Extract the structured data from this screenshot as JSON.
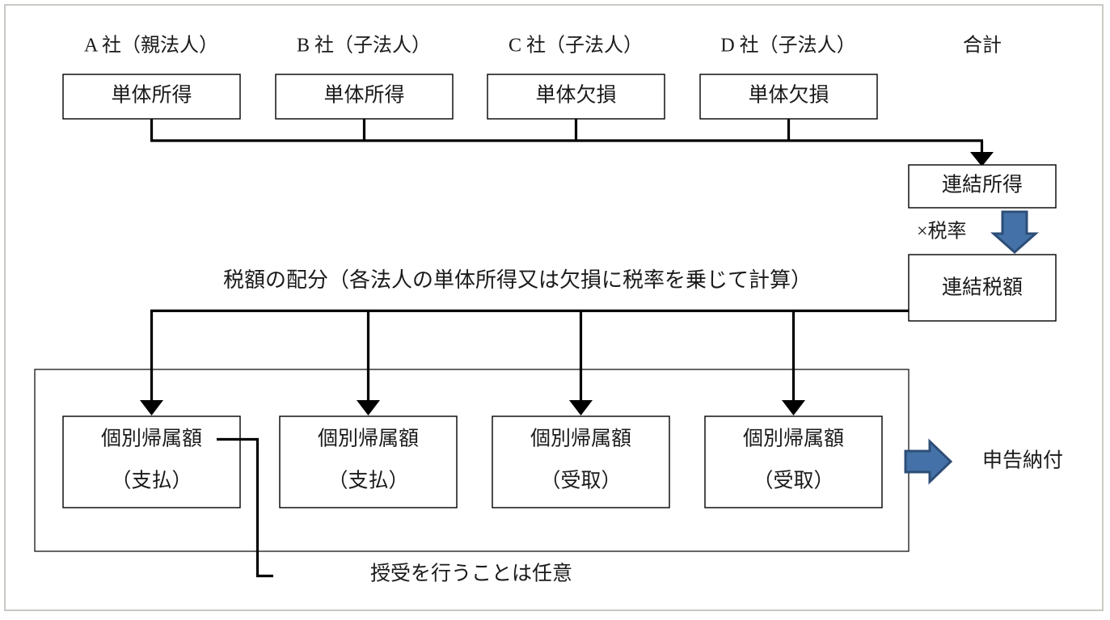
{
  "diagram": {
    "title_row": {
      "companies": [
        {
          "id": "a",
          "label": "A 社（親法人）"
        },
        {
          "id": "b",
          "label": "B 社（子法人）"
        },
        {
          "id": "c",
          "label": "C 社（子法人）"
        },
        {
          "id": "d",
          "label": "D 社（子法人）"
        }
      ],
      "total_label": "合計"
    },
    "income_boxes": [
      {
        "id": "a",
        "label": "単体所得"
      },
      {
        "id": "b",
        "label": "単体所得"
      },
      {
        "id": "c",
        "label": "単体欠損"
      },
      {
        "id": "d",
        "label": "単体欠損"
      }
    ],
    "consolidated_income_box": {
      "label": "連結所得"
    },
    "tax_rate_label": "×税率",
    "consolidated_tax_box": {
      "label": "連結税額"
    },
    "allocation_note": "税額の配分（各法人の単体所得又は欠損に税率を乗じて計算）",
    "attribution_boxes": [
      {
        "id": "a",
        "line1": "個別帰属額",
        "line2": "（支払）"
      },
      {
        "id": "b",
        "line1": "個別帰属額",
        "line2": "（支払）"
      },
      {
        "id": "c",
        "line1": "個別帰属額",
        "line2": "（受取）"
      },
      {
        "id": "d",
        "line1": "個別帰属額",
        "line2": "（受取）"
      }
    ],
    "filing_label": "申告納付",
    "optional_note": "授受を行うことは任意",
    "colors": {
      "arrow_fill": "#4472a8",
      "arrow_stroke": "#2d4e77",
      "line": "#000000",
      "frame": "#c9c9c4",
      "text": "#1a1a1a"
    }
  }
}
